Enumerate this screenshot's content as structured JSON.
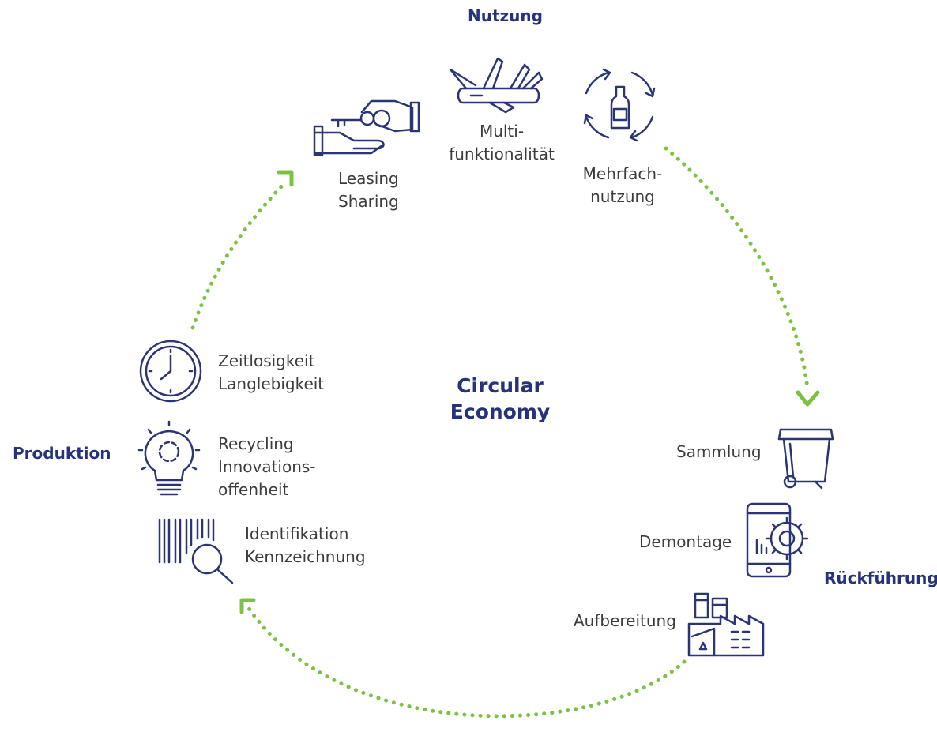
{
  "center": {
    "line1": "Circular",
    "line2": "Economy"
  },
  "phases": {
    "nutzung": "Nutzung",
    "rueckfuehrung": "Rückführung",
    "produktion": "Produktion"
  },
  "items": {
    "leasing": {
      "line1": "Leasing",
      "line2": "Sharing",
      "icon": "handshake-keys-icon"
    },
    "multifunktion": {
      "line1": "Multi-",
      "line2": "funktionalität",
      "icon": "pocket-knife-icon"
    },
    "mehrfach": {
      "line1": "Mehrfach-",
      "line2": "nutzung",
      "icon": "bottle-recycle-icon"
    },
    "sammlung": {
      "line1": "Sammlung",
      "icon": "waste-bin-icon"
    },
    "demontage": {
      "line1": "Demontage",
      "icon": "smartphone-gear-icon"
    },
    "aufbereitung": {
      "line1": "Aufbereitung",
      "icon": "recycling-factory-icon"
    },
    "zeit": {
      "line1": "Zeitlosigkeit",
      "line2": "Langlebigkeit",
      "icon": "clock-icon"
    },
    "recycling": {
      "line1": "Recycling",
      "line2": "Innovations-",
      "line3": "offenheit",
      "icon": "lightbulb-icon"
    },
    "ident": {
      "line1": "Identifikation",
      "line2": "Kennzeichnung",
      "icon": "barcode-magnifier-icon"
    }
  },
  "colors": {
    "accent_green": "#7cc242",
    "title_blue": "#26327a",
    "icon_navy": "#2b3576",
    "text_gray": "#3c3c3c"
  }
}
